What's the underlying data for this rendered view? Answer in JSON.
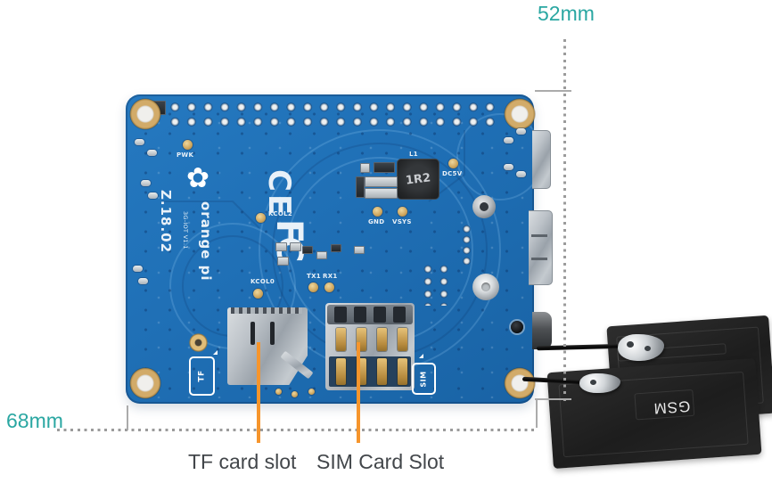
{
  "dimensions": {
    "height_label": "52mm",
    "width_label": "68mm",
    "accent_color": "#2aa7a2"
  },
  "callouts": {
    "tf_slot": "TF card slot",
    "sim_slot": "SIM Card Slot",
    "leader_color": "#f6952c"
  },
  "board": {
    "pcb_color": "#1f6fb5",
    "silkscreen": {
      "flower_glyph": "✿",
      "brand_logo": "orange pi",
      "model": "3G-IOT V1.1",
      "date_code": "Z.18.02",
      "ce_mark": "CE",
      "fcc_mark": "FC",
      "inductor_ref": "L1",
      "inductor_value": "1R2",
      "tf_icon_label": "TF",
      "sim_icon_label": "SIM"
    },
    "test_pads": {
      "pwk": "PWK",
      "kcol2": "KCOL2",
      "kcol0": "KCOL0",
      "tx1": "TX1",
      "rx1": "RX1",
      "gnd": "GND",
      "vsys": "VSYS",
      "dc5v": "DC5V"
    }
  },
  "antennas": {
    "label": "GSM"
  }
}
